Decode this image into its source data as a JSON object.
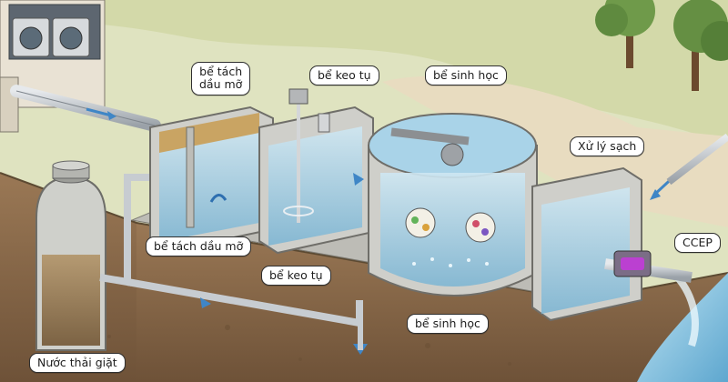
{
  "labels": {
    "tank1_top_line1": "bể tách",
    "tank1_top_line2": "dầu mỡ",
    "tank2_top": "bể keo tụ",
    "tank3_top": "bể sinh học",
    "tank4_top": "Xử lý sạch",
    "tank1_bottom": "bể tách dầu mỡ",
    "tank2_bottom": "bể keo tụ",
    "tank3_bottom": "bể sinh học",
    "source_tank": "Nước thải giặt",
    "uv_unit": "CCEP"
  },
  "colors": {
    "grass": "#d4dbb0",
    "soil": "#8a6a4b",
    "concrete": "#c9c9c4",
    "water": "#a9d3e8",
    "pipe": "#c8ccd1",
    "uv_glow": "#c23bd9",
    "label_border": "#2f2f2f"
  },
  "icons": [
    "washing-machine-icon",
    "bacteria-icon",
    "flow-arrow-icon",
    "mixer-icon"
  ]
}
